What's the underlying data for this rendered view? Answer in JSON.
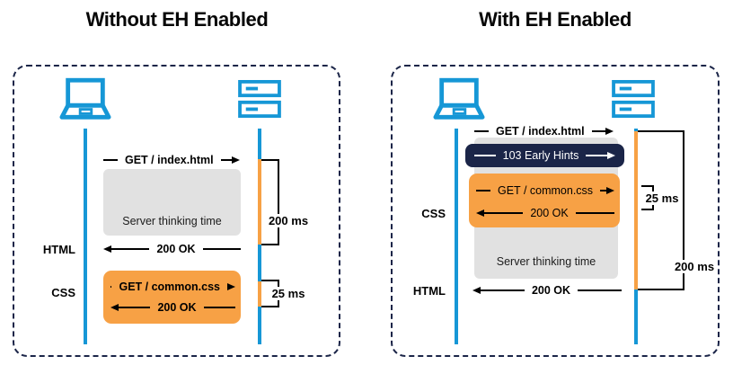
{
  "colors": {
    "blue": "#1697D6",
    "orange": "#F7A145",
    "navy": "#1B2548",
    "gray": "#E1E1E1"
  },
  "icons": {
    "client": "laptop-icon",
    "server": "server-icon"
  },
  "left": {
    "title": "Without EH Enabled",
    "messages": {
      "get_index": "GET / index.html",
      "server_thinking": "Server thinking time",
      "ok_html": "200 OK",
      "get_css": "GET / common.css",
      "ok_css": "200 OK"
    },
    "side_labels": {
      "html": "HTML",
      "css": "CSS"
    },
    "timings": {
      "total": "200 ms",
      "css": "25 ms"
    }
  },
  "right": {
    "title": "With EH Enabled",
    "messages": {
      "get_index": "GET / index.html",
      "early_hints": "103 Early Hints",
      "get_css": "GET / common.css",
      "ok_css": "200 OK",
      "server_thinking": "Server thinking time",
      "ok_html": "200 OK"
    },
    "side_labels": {
      "css": "CSS",
      "html": "HTML"
    },
    "timings": {
      "css": "25 ms",
      "total": "200 ms"
    }
  }
}
